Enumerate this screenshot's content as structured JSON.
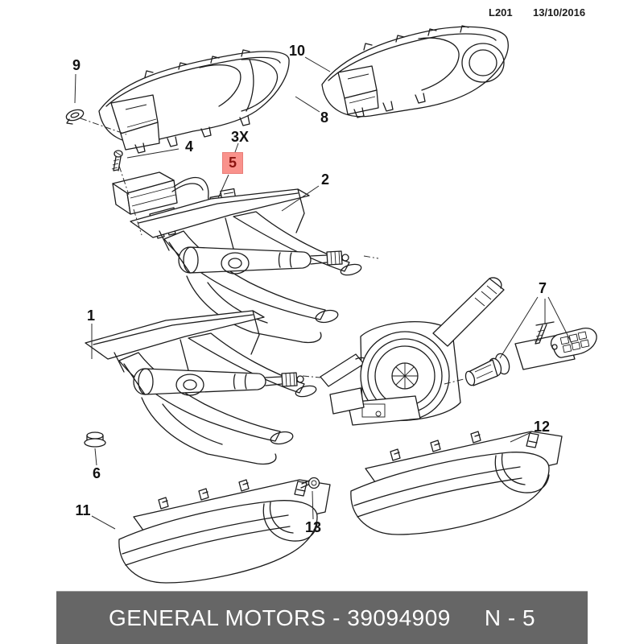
{
  "header": {
    "drawing_code": "L201",
    "date": "13/10/2016"
  },
  "callouts": [
    {
      "label": "9"
    },
    {
      "label": "10"
    },
    {
      "label": "8"
    },
    {
      "label": "4"
    },
    {
      "label": "3X"
    },
    {
      "label": "2"
    },
    {
      "label": "1"
    },
    {
      "label": "7"
    },
    {
      "label": "6"
    },
    {
      "label": "11"
    },
    {
      "label": "12"
    },
    {
      "label": "13"
    }
  ],
  "highlighted_callout": {
    "label": "5",
    "fill": "#f9928c",
    "border": "#e87d78",
    "text_color": "#8c1511"
  },
  "footer": {
    "title": "GENERAL MOTORS - 39094909",
    "sheet": "N - 5",
    "bar_color": "#666666",
    "text_color": "#ffffff"
  },
  "colors": {
    "line": "#1c1c1c",
    "background": "#ffffff"
  }
}
